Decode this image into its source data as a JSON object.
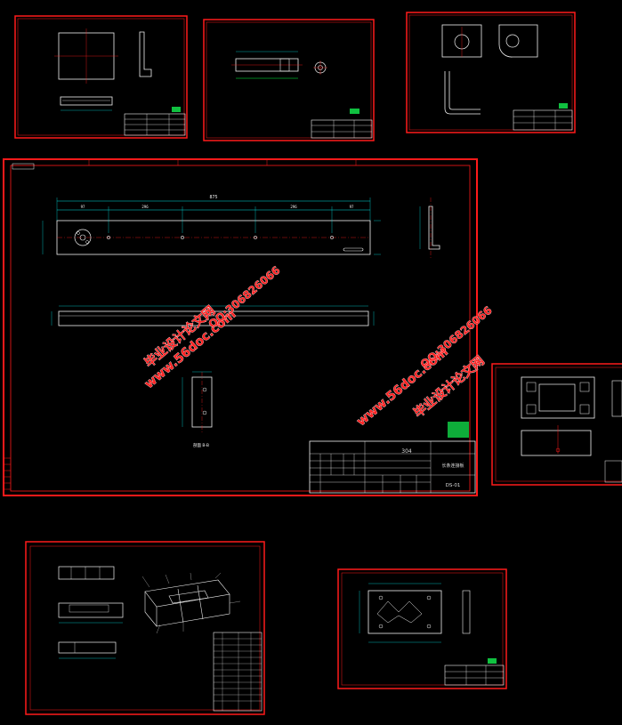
{
  "title_block": {
    "material": "304",
    "part_name": "长条连接板",
    "drawing_no": "DS-01"
  },
  "dimensions": {
    "overall_length": "875",
    "segments": [
      "97",
      "296",
      "296",
      "97"
    ],
    "section_view_label": "剖面 B-B"
  },
  "watermarks": [
    {
      "site": "www.56doc.com",
      "brand": "毕业设计论文网",
      "qq": "QQ:306826066"
    },
    {
      "site": "www.56doc.com",
      "brand": "毕业设计论文网",
      "qq": "QQ:306826066"
    }
  ],
  "colors": {
    "background": "#000000",
    "frame": "#ff1a1a",
    "geometry": "#f2f2f2",
    "dimension": "#00e0e0",
    "annotation": "#00ff40",
    "stamp": "#10c040"
  }
}
